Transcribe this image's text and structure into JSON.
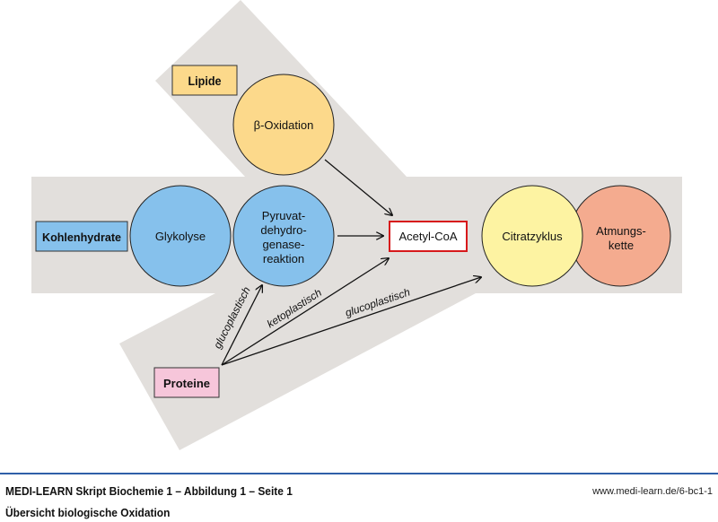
{
  "diagram": {
    "sources": {
      "lipide": "Lipide",
      "kohlenhydrate": "Kohlenhydrate",
      "proteine": "Proteine"
    },
    "processes": {
      "beta_oxidation": "β-Oxidation",
      "glykolyse": "Glykolyse",
      "pyruvat": [
        "Pyruvat-",
        "dehydro-",
        "genase-",
        "reaktion"
      ],
      "citratzyklus": "Citratzyklus",
      "atmungskette": [
        "Atmungs-",
        "kette"
      ]
    },
    "hub": "Acetyl-CoA",
    "arrow_labels": {
      "to_pyruvat": "glucoplastisch",
      "to_acetyl": "ketoplastisch",
      "to_citrat": "glucoplastisch"
    },
    "colors": {
      "band": "#e2dfdc",
      "lipid": "#fcd98b",
      "carb": "#86c1ec",
      "protein": "#f6c6da",
      "citrat": "#fdf3a2",
      "atmung": "#f4ab8f",
      "hub_border": "#d7191c",
      "footer_rule": "#2f5fa8"
    }
  },
  "footer": {
    "title": "MEDI-LEARN Skript Biochemie 1 – Abbildung 1 – Seite 1",
    "subtitle": "Übersicht biologische Oxidation",
    "url": "www.medi-learn.de/6-bc1-1"
  }
}
